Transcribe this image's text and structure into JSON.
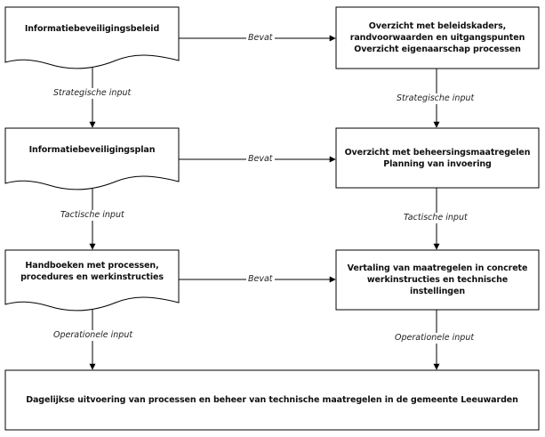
{
  "nodes": {
    "beleid": "Informatiebeveiligingsbeleid",
    "plan": "Informatiebeveiligingsplan",
    "handboeken": "Handboeken met processen,\nprocedures en werkinstructies",
    "overzicht_beleid": "Overzicht met beleidskaders,\nrandvoorwaarden en uitgangspunten\nOverzicht eigenaarschap processen",
    "overzicht_maatregelen": "Overzicht met beheersingsmaatregelen\nPlanning van invoering",
    "vertaling": "Vertaling van maatregelen in concrete\nwerkinstructies en technische\ninstellingen",
    "dagelijks": "Dagelijkse uitvoering van processen en beheer van technische maatregelen in de gemeente Leeuwarden"
  },
  "edges": {
    "bevat": "Bevat",
    "strategisch": "Strategische input",
    "tactisch": "Tactische input",
    "operationeel": "Operationele input"
  }
}
